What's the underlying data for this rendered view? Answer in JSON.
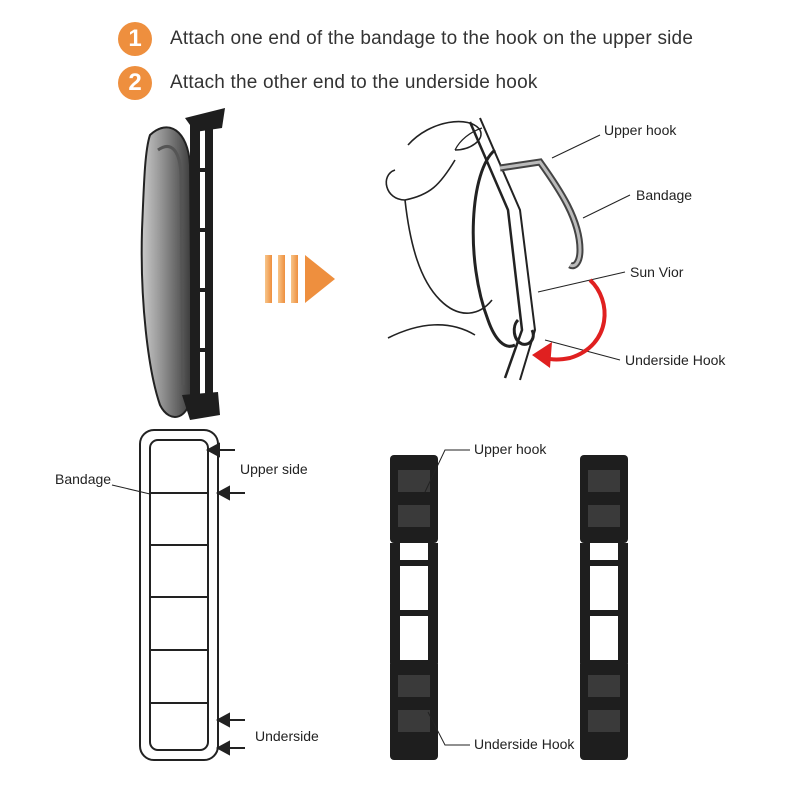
{
  "steps": [
    {
      "number": "1",
      "text": "Attach one end of the bandage to the hook on the upper side"
    },
    {
      "number": "2",
      "text": "Attach the other end to the underside hook"
    }
  ],
  "install_diagram": {
    "labels": {
      "upper_hook": "Upper hook",
      "bandage": "Bandage",
      "sun_visor": "Sun Vior",
      "underside_hook": "Underside Hook"
    }
  },
  "bandage_diagram": {
    "labels": {
      "bandage": "Bandage",
      "upper_side": "Upper side",
      "underside": "Underside"
    }
  },
  "hook_diagram": {
    "labels": {
      "upper_hook": "Upper hook",
      "underside_hook": "Underside Hook"
    }
  },
  "colors": {
    "accent": "#ee8f3e",
    "arrow_red": "#e02020",
    "hook_dark": "#1e1e1e"
  }
}
